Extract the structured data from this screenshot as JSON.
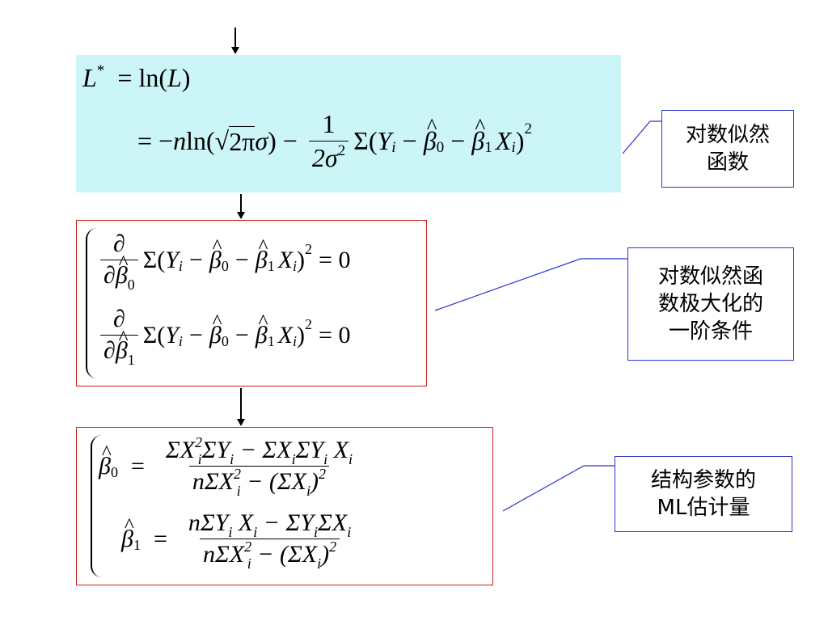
{
  "eq1": {
    "L": "L",
    "star": "*",
    "eq": "=",
    "ln": "ln(",
    "Lv": "L",
    "rp": ")",
    "eq2": "= −",
    "n": "n",
    "ln2": " ln(",
    "sqrt": "√",
    "two_pi": "2π",
    "sigma": "σ",
    "rp2": ")",
    "minus": "−",
    "one": "1",
    "two_sigma": "2σ",
    "sq": "2",
    "sum": "Σ(",
    "Y": "Y",
    "i": "i",
    "minus2": "−",
    "beta": "β",
    "zero": "0",
    "minus3": "−",
    "one_sub": "1",
    "X": "X",
    "close": ")",
    "pow": "2"
  },
  "eq2": {
    "partial": "∂",
    "den": "∂",
    "beta": "β",
    "zero": "0",
    "one": "1",
    "sum": "Σ(",
    "Y": "Y",
    "i": "i",
    "minus": "−",
    "X": "X",
    "close": ")",
    "pow": "2",
    "equals_zero": "= 0"
  },
  "eq3": {
    "beta": "β",
    "zero": "0",
    "one": "1",
    "eq": "=",
    "num0": "ΣX",
    "num0_pow": "2",
    "num0_b": "ΣY",
    "num0_c": " − ΣX",
    "num0_d": "ΣY",
    "num0_e": " X",
    "i": "i",
    "den": "nΣX",
    "den_b": " − (ΣX",
    "den_c": ")",
    "pow": "2",
    "num1": "nΣY",
    "num1_b": " X",
    "num1_c": " − ΣY",
    "num1_d": "ΣX"
  },
  "labels": {
    "log_likelihood": [
      "对数似然",
      "函数"
    ],
    "first_order": [
      "对数似然函",
      "数极大化的",
      "一阶条件"
    ],
    "ml_estimator": [
      "结构参数的",
      "ML估计量"
    ]
  },
  "colors": {
    "box1_fill": "#ccf5f8",
    "box_border_red": "#c8201c",
    "label_border_blue": "#2a36c8"
  }
}
